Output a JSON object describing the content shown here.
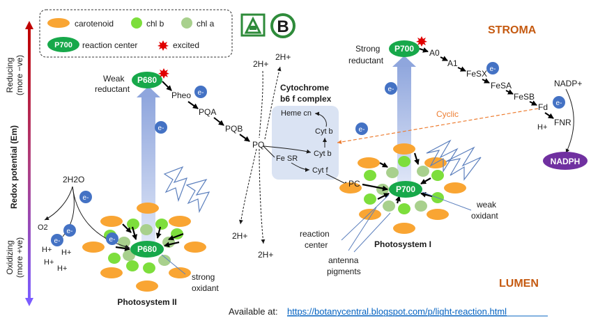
{
  "legend": {
    "carotenoid": "carotenoid",
    "chl_b": "chl b",
    "chl_a": "chl a",
    "reaction_center": "reaction center",
    "p700": "P700",
    "excited": "excited"
  },
  "axis": {
    "reducing": "Reducing",
    "reducing_sub": "(more −ve)",
    "redox": "Redox potential (Em)",
    "oxidizing": "Oxidizing",
    "oxidizing_sub": "(more +ve)"
  },
  "regions": {
    "stroma": "STROMA",
    "lumen": "LUMEN"
  },
  "ps2": {
    "title": "Photosystem II",
    "rc": "P680",
    "top_rc": "P680",
    "weak_reductant_1": "Weak",
    "weak_reductant_2": "reductant",
    "strong_oxidant_1": "strong",
    "strong_oxidant_2": "oxidant",
    "water": "2H2O",
    "o2": "O2",
    "h1": "H+",
    "h2": "H+",
    "h3": "H+",
    "h4": "H+"
  },
  "chain": {
    "pheo": "Pheo",
    "pqa": "PQA",
    "pqb": "PQB",
    "pq": "PQ",
    "pc": "PC",
    "h_top_1": "2H+",
    "h_top_2": "2H+",
    "h_bot_1": "2H+",
    "h_bot_2": "2H+"
  },
  "cytb6f": {
    "title_1": "Cytochrome",
    "title_2": "b6 f complex",
    "heme": "Heme cn",
    "cyt_b_top": "Cyt b",
    "cyt_b_bot": "Cyt b",
    "fes": "Fe SR",
    "cyt_f": "Cyt f"
  },
  "ps1": {
    "title": "Photosystem I",
    "rc": "P700",
    "top_rc": "P700",
    "strong_reductant_1": "Strong",
    "strong_reductant_2": "reductant",
    "weak_oxidant_1": "weak",
    "weak_oxidant_2": "oxidant",
    "reaction_center_1": "reaction",
    "reaction_center_2": "center",
    "antenna_1": "antenna",
    "antenna_2": "pigments",
    "a0": "A0",
    "a1": "A1",
    "fesx": "FeSX",
    "fesa": "FeSA",
    "fesb": "FeSB",
    "fd": "Fd",
    "fnr": "FNR",
    "nadp": "NADP+",
    "h": "H+",
    "nadph": "NADPH",
    "cyclic": "Cyclic"
  },
  "electron": "e-",
  "footer": {
    "prefix": "Available at:",
    "url": "https://botanycentral.blogspot.com/p/light-reaction.html"
  },
  "colors": {
    "carotenoid": "#f9a533",
    "chl_b": "#7dde3c",
    "chl_a": "#a8d08d",
    "reaction_center": "#17a84a",
    "electron": "#4472c4",
    "nadph": "#7030a0",
    "stroma_lumen": "#c55a11",
    "cyclic": "#ed7d31",
    "url": "#0563c1"
  }
}
